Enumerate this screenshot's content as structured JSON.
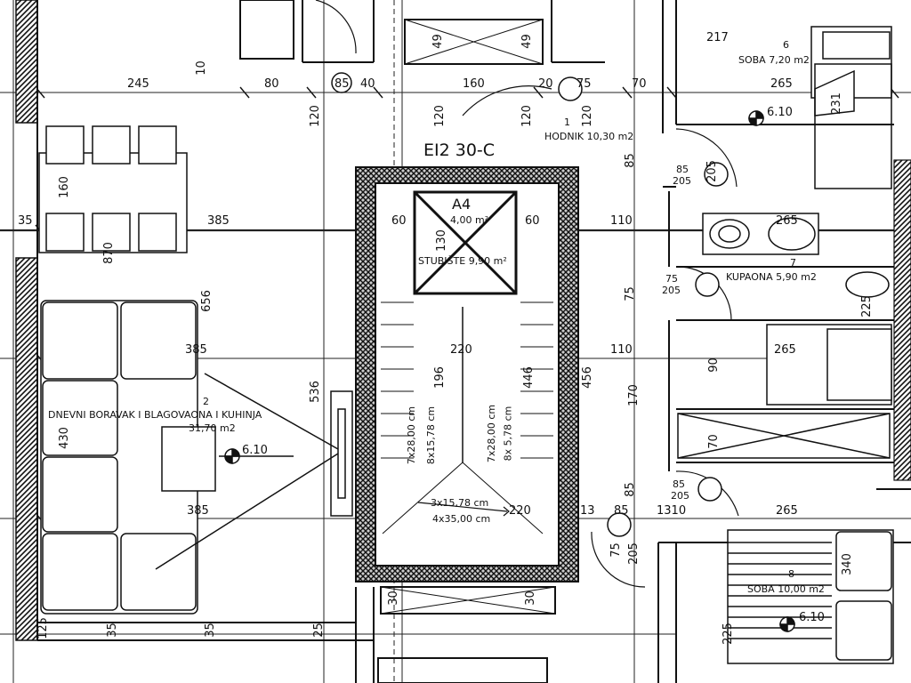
{
  "title": "EI2 30-C",
  "lift": {
    "code": "A4",
    "area": "4,00 m²"
  },
  "stairs": {
    "label": "STUBIŠTE 9,90 m²",
    "run_left_a": "8x15,78 cm",
    "run_left_b": "7x28,00 cm",
    "run_right_a": "8x 5,78 cm",
    "run_right_b": "7x28,00 cm",
    "bottom_a": "3x15,78 cm",
    "bottom_b": "4x35,00 cm"
  },
  "rooms": [
    {
      "number": "1",
      "name": "HODNIK 10,30 m2"
    },
    {
      "number": "2",
      "name": "DNEVNI BORAVAK I BLAGOVAONA I KUHINJA",
      "area": "31,70 m2"
    },
    {
      "number": "6",
      "name": "SOBA 7,20 m2"
    },
    {
      "number": "7",
      "name": "KUPAONA 5,90 m2"
    },
    {
      "number": "8",
      "name": "SOBA 10,00 m2"
    }
  ],
  "levels": {
    "living": "6.10",
    "hall": "6.10",
    "bedroom": "6.10"
  },
  "dims": {
    "d245": "245",
    "d80": "80",
    "d85c": "85",
    "d40": "40",
    "d160a": "160",
    "d20": "20",
    "d75a": "75",
    "d70": "70",
    "d265a": "265",
    "d120a": "120",
    "d120b": "120",
    "d120c": "120",
    "d120d": "120",
    "d10": "10",
    "d49a": "49",
    "d49b": "49",
    "d217": "217",
    "d231": "231",
    "d85a": "85",
    "d205a": "205",
    "d85b": "85",
    "d205b": "205",
    "d160b": "160",
    "d385a": "385",
    "d870": "870",
    "d35a": "35",
    "d60a": "60",
    "d60b": "60",
    "d130": "130",
    "d110a": "110",
    "d265b": "265",
    "d75b": "75",
    "d205c": "205",
    "d225a": "225",
    "d656": "656",
    "d385b": "385",
    "d220a": "220",
    "d110b": "110",
    "d265c": "265",
    "d90": "90",
    "d536": "536",
    "d430": "430",
    "d196": "196",
    "d446": "446",
    "d456": "456",
    "d170": "170",
    "d70b": "70",
    "d85d": "85",
    "d205d": "205",
    "d85e": "85",
    "d385c": "385",
    "d220b": "220",
    "d13": "13",
    "d85f": "85",
    "d1310": "1310",
    "d265d": "265",
    "d340": "340",
    "d125": "125",
    "d35b": "35",
    "d35c": "35",
    "d25": "25",
    "d225b": "225",
    "d30a": "30",
    "d30b": "30",
    "d75c": "75",
    "d205e": "205"
  }
}
